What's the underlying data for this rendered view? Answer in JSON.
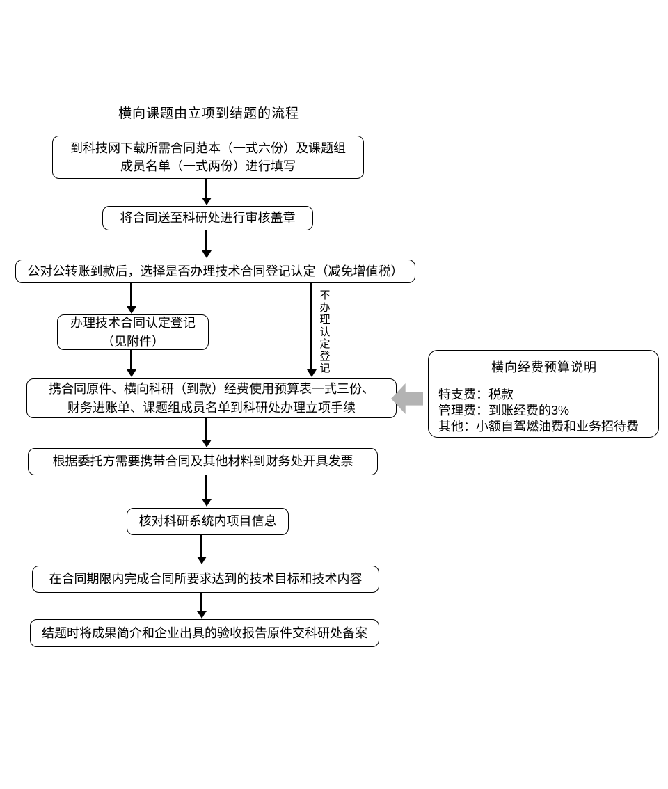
{
  "page": {
    "title": "横向课题由立项到结题的流程"
  },
  "colors": {
    "background": "#ffffff",
    "box_border": "#000000",
    "box_fill": "#ffffff",
    "flow_arrow": "#000000",
    "note_pointer_arrow": "#b3b3b3"
  },
  "flow": {
    "steps": [
      {
        "id": "step-1",
        "text": "到科技网下载所需合同范本（一式六份）及课题组\n成员名单（一式两份）进行填写"
      },
      {
        "id": "step-2",
        "text": "将合同送至科研处进行审核盖章"
      },
      {
        "id": "step-3",
        "text": "公对公转账到款后，选择是否办理技术合同登记认定（减免增值税）"
      },
      {
        "id": "step-4",
        "text": "办理技术合同认定登记\n（见附件）"
      },
      {
        "id": "step-5",
        "text": "携合同原件、横向科研（到款）经费使用预算表一式三份、\n财务进账单、课题组成员名单到科研处办理立项手续"
      },
      {
        "id": "step-6",
        "text": "根据委托方需要携带合同及其他材料到财务处开具发票"
      },
      {
        "id": "step-7",
        "text": "核对科研系统内项目信息"
      },
      {
        "id": "step-8",
        "text": "在合同期限内完成合同所要求达到的技术目标和技术内容"
      },
      {
        "id": "step-9",
        "text": "结题时将成果简介和企业出具的验收报告原件交科研处备案"
      }
    ],
    "branch_label_no_registration": "不办理认定登记"
  },
  "note": {
    "title": "横向经费预算说明",
    "body": "特支费：税款\n管理费：到账经费的3%\n其他：小额自驾燃油费和业务招待费"
  }
}
